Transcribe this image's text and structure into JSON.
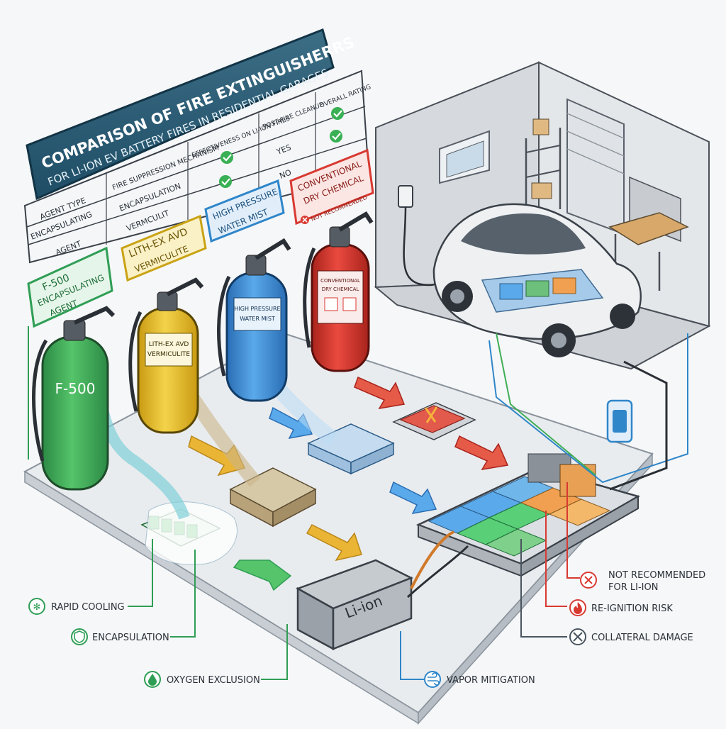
{
  "title": {
    "line1": "COMPARISON OF FIRE EXTINGUISHERRS",
    "line2": "FOR LI-ION EV BATTERY FIRES IN RESIDENTIAL GARAGES"
  },
  "table": {
    "headers": [
      "AGENT TYPE",
      "FIRE SUPPRESSION MECHANISM",
      "EFFECTIVENESS ON LI-ION FIRES",
      "POST-FIRE CLEANUP",
      "OVERALL RATING"
    ],
    "row1": [
      "ENCAPSULATING",
      "ENCAPSULATION",
      "",
      "YES",
      ""
    ],
    "row2": [
      "AGENT",
      "VERMCULIT",
      "",
      "NO",
      ""
    ]
  },
  "extinguishers": [
    {
      "tag_line1": "F-500",
      "tag_line2": "ENCAPSULATING",
      "tag_line3": "AGENT",
      "label": "F-500",
      "color": "#3fae55"
    },
    {
      "tag_line1": "LITH-EX AVD",
      "tag_line2": "VERMICULITE",
      "label_line1": "LITH-EX AVD",
      "label_line2": "VERMICULITE",
      "color": "#e8c22c"
    },
    {
      "tag_line1": "HIGH PRESSURE",
      "tag_line2": "WATER MIST",
      "label_line1": "HIGH PRESSURE",
      "label_line2": "WATER MIST",
      "color": "#3d8fd6"
    },
    {
      "tag_line1": "CONVENTIONAL",
      "tag_line2": "DRY CHEMICAL",
      "warning": "NOT RECOMMENDED",
      "label_line1": "CONVENTIONAL",
      "label_line2": "DRY CHEMICAL",
      "color": "#d83a32"
    }
  ],
  "battery_label": "Li-ion",
  "legend_left": [
    {
      "label": "RAPID COOLING",
      "icon": "snowflake-icon",
      "color": "#2f9e55"
    },
    {
      "label": "ENCAPSULATION",
      "icon": "shield-icon",
      "color": "#2f9e55"
    },
    {
      "label": "OXYGEN EXCLUSION",
      "icon": "drop-icon",
      "color": "#2f9e55"
    },
    {
      "label": "VAPOR MITIGATION",
      "icon": "wind-icon",
      "color": "#2f86c9"
    }
  ],
  "legend_right": [
    {
      "label_line1": "NOT RECOMMENDED",
      "label_line2": "FOR LI-ION",
      "icon": "x-icon",
      "color": "#d83a32"
    },
    {
      "label": "RE-IGNITION RISK",
      "icon": "flame-icon",
      "color": "#d83a32"
    },
    {
      "label": "COLLATERAL DAMAGE",
      "icon": "tools-icon",
      "color": "#4a5560"
    }
  ]
}
